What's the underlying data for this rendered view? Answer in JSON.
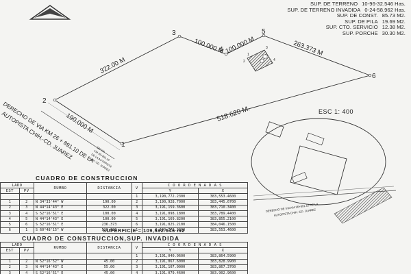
{
  "areas": [
    {
      "label": "SUP. DE TERRENO",
      "value": "10-96-32.546",
      "unit": "Has."
    },
    {
      "label": "SUP. DE TERRENO INVADIDA",
      "value": "0-24-58.962",
      "unit": "Has."
    },
    {
      "label": "SUP. DE CONST.",
      "value": "85.73",
      "unit": "M2."
    },
    {
      "label": "SUP. DE PILA",
      "value": "19.69",
      "unit": "M2."
    },
    {
      "label": "SUP. CTO. SERVICIO",
      "value": "12.38",
      "unit": "M2."
    },
    {
      "label": "SUP. PORCHE",
      "value": "30.30",
      "unit": "M2."
    }
  ],
  "vertices": [
    "1",
    "2",
    "3",
    "4",
    "5",
    "6"
  ],
  "distances": {
    "d12": "190.000 M",
    "d23": "322.00 M",
    "d34": "100.000 M",
    "d45": "100.000 M",
    "d56": "263.373 M",
    "d61": "518.620 M."
  },
  "road_label_1": "DERECHO DE VIA KM 26 + 891.10 DE LA",
  "road_label_2": "AUTOPISTA CHIH.-CD. JUAREZ",
  "small_road_note": [
    "DE VIA",
    "KM 26+891.10",
    "DE LA AUTOPISTA",
    "CHIH.-CD. JUAREZ"
  ],
  "inset_road_label": [
    "DERECHO DE VIA KM 26+891.10 DE LA",
    "AUTOPISTA CHIH.-CD. JUAREZ"
  ],
  "building_vertices": [
    "1",
    "2",
    "3",
    "4"
  ],
  "scale": "ESC 1: 400",
  "table1": {
    "title": "CUADRO DE CONSTRUCCION",
    "headers": {
      "lado": "LADO",
      "est": "EST",
      "pv": "PV",
      "rumbo": "RUMBO",
      "distancia": "DISTANCIA",
      "v": "V",
      "coordenadas": "C O O R D E N A D A S",
      "y": "Y",
      "x": "X"
    },
    "rows": [
      {
        "est": "",
        "pv": "",
        "rumbo": "",
        "distancia": "",
        "v": "1",
        "y": "3,190,772.2300",
        "x": "383,553.4600"
      },
      {
        "est": "1",
        "pv": "2",
        "rumbo": "N 34°33'44\" W",
        "distancia": "190.00",
        "v": "2",
        "y": "3,190,928.7000",
        "x": "383,445.6700"
      },
      {
        "est": "2",
        "pv": "3",
        "rumbo": "N 44°14'43\" E",
        "distancia": "322.00",
        "v": "3",
        "y": "3,191,159.3600",
        "x": "383,710.3400"
      },
      {
        "est": "3",
        "pv": "4",
        "rumbo": "S 52°16'51\" E",
        "distancia": "100.00",
        "v": "4",
        "y": "3,191,098.1800",
        "x": "383,789.4400"
      },
      {
        "est": "4",
        "pv": "5",
        "rumbo": "N 44°14'43\" E",
        "distancia": "100.00",
        "v": "5",
        "y": "3,191,169.8200",
        "x": "383,855.2100"
      },
      {
        "est": "5",
        "pv": "6",
        "rumbo": "S 52°16'51\" E",
        "distancia": "236.373",
        "v": "6",
        "y": "3,191,025.2100",
        "x": "384,046.1500"
      },
      {
        "est": "6",
        "pv": "1",
        "rumbo": "S 60°48'15\" W",
        "distancia": "518.620",
        "v": "1",
        "y": "3,190,772.2300",
        "x": "383,553.4600"
      }
    ],
    "superficie": "SUPERFICIE = 109,532.546 m2"
  },
  "table2": {
    "title": "CUADRO DE CONSTRUCCION,SUP. INVADIDA",
    "headers": {
      "lado": "LADO",
      "est": "EST",
      "pv": "PV",
      "rumbo": "RUMBO",
      "distancia": "DISTANCIA",
      "v": "V",
      "coordenadas": "C O O R D E N A D A S",
      "y": "Y",
      "x": "X"
    },
    "rows": [
      {
        "est": "",
        "pv": "",
        "rumbo": "",
        "distancia": "",
        "v": "1",
        "y": "3,191,040.0600",
        "x": "383,864.5900"
      },
      {
        "est": "1",
        "pv": "2",
        "rumbo": "N 52°16'52\" W",
        "distancia": "45.00",
        "v": "2",
        "y": "3,191,067.6000",
        "x": "383,828.9900"
      },
      {
        "est": "2",
        "pv": "3",
        "rumbo": "N 44°14'43\" E",
        "distancia": "55.00",
        "v": "3",
        "y": "3,191,107.0000",
        "x": "383,867.3700"
      },
      {
        "est": "3",
        "pv": "4",
        "rumbo": "S 52°16'51\" E",
        "distancia": "45.00",
        "v": "4",
        "y": "3,191,079.4600",
        "x": "383,902.9600"
      }
    ]
  }
}
